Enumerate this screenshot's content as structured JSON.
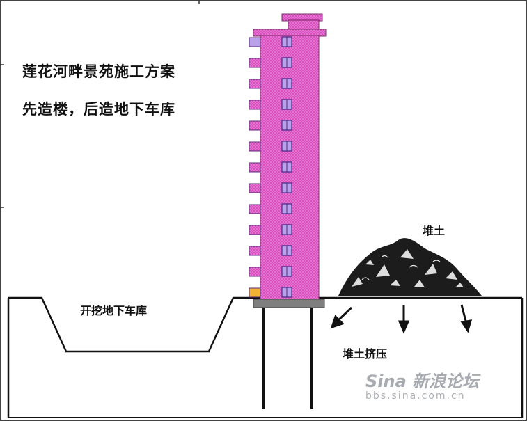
{
  "title": {
    "line1": "莲花河畔景苑施工方案",
    "line2": "先造楼，后造地下车库"
  },
  "labels": {
    "excavation": "开挖地下车库",
    "soil_pile": "堆土",
    "soil_pressure": "堆土挤压"
  },
  "watermark": {
    "brand": "Sina 新浪论坛",
    "url": "bbs.sina.com.cn"
  },
  "colors": {
    "building": "#d94fc0",
    "building_dots": "#f4a3e4",
    "window_fill": "#b9a2ea",
    "window_accent": "#f2b233",
    "foundation": "#7f7f7f",
    "ground_line": "#111111",
    "soil": "#1c1c1c"
  },
  "building": {
    "floors": 13
  }
}
